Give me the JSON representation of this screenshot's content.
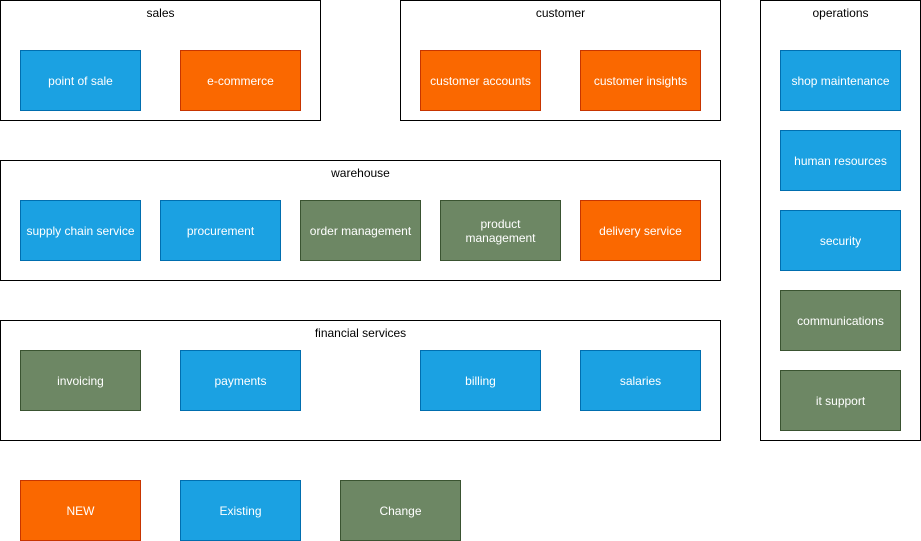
{
  "groups": {
    "sales": {
      "title": "sales"
    },
    "customer": {
      "title": "customer"
    },
    "operations": {
      "title": "operations"
    },
    "warehouse": {
      "title": "warehouse"
    },
    "financial": {
      "title": "financial services"
    }
  },
  "services": {
    "sales": [
      {
        "label": "point of sale",
        "status": "existing"
      },
      {
        "label": "e-commerce",
        "status": "new"
      }
    ],
    "customer": [
      {
        "label": "customer accounts",
        "status": "new"
      },
      {
        "label": "customer insights",
        "status": "new"
      }
    ],
    "operations": [
      {
        "label": "shop maintenance",
        "status": "existing"
      },
      {
        "label": "human resources",
        "status": "existing"
      },
      {
        "label": "security",
        "status": "existing"
      },
      {
        "label": "communications",
        "status": "change"
      },
      {
        "label": "it support",
        "status": "change"
      }
    ],
    "warehouse": [
      {
        "label": "supply chain service",
        "status": "existing"
      },
      {
        "label": "procurement",
        "status": "existing"
      },
      {
        "label": "order management",
        "status": "change"
      },
      {
        "label": "product management",
        "status": "change"
      },
      {
        "label": "delivery service",
        "status": "new"
      }
    ],
    "financial": [
      {
        "label": "invoicing",
        "status": "change"
      },
      {
        "label": "payments",
        "status": "existing"
      },
      {
        "label": "billing",
        "status": "existing"
      },
      {
        "label": "salaries",
        "status": "existing"
      }
    ]
  },
  "legend": [
    {
      "label": "NEW",
      "status": "new"
    },
    {
      "label": "Existing",
      "status": "existing"
    },
    {
      "label": "Change",
      "status": "change"
    }
  ],
  "colors": {
    "new": "#fa6800",
    "existing": "#1ba1e2",
    "change": "#6d8764"
  }
}
